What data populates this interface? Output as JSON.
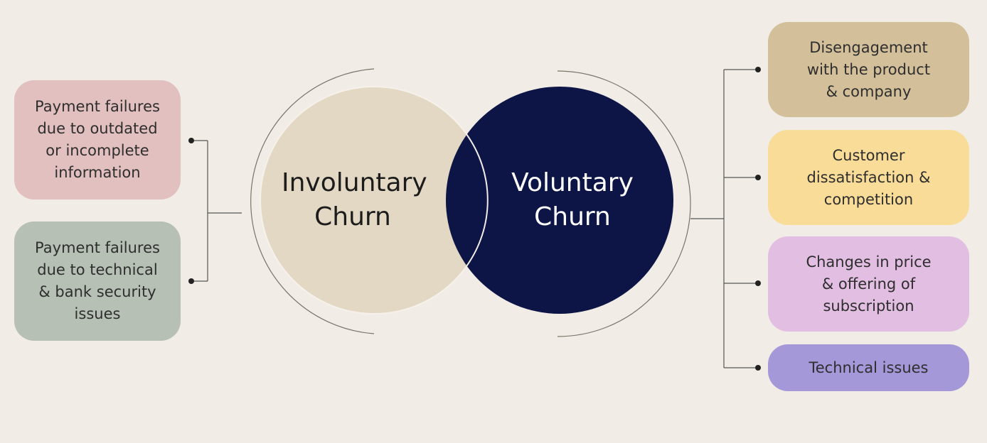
{
  "circles": {
    "involuntary": {
      "label": "Involuntary\nChurn",
      "color": "#e3d8c3"
    },
    "voluntary": {
      "label": "Voluntary\nChurn",
      "color": "#0c1545"
    }
  },
  "left_causes": [
    {
      "text": "Payment failures\ndue to outdated\nor incomplete\ninformation",
      "color": "#e2c0bf"
    },
    {
      "text": "Payment failures\ndue to technical\n& bank security\nissues",
      "color": "#b6c0b4"
    }
  ],
  "right_causes": [
    {
      "text": "Disengagement\nwith the product\n& company",
      "color": "#d3c09a"
    },
    {
      "text": "Customer\ndissatisfaction &\ncompetition",
      "color": "#f9dc98"
    },
    {
      "text": "Changes in price\n& offering of\nsubscription",
      "color": "#e2bfe2"
    },
    {
      "text": "Technical issues",
      "color": "#a598d8"
    }
  ],
  "colors": {
    "background": "#f1ece6",
    "connector": "#555555",
    "dot": "#222222"
  }
}
